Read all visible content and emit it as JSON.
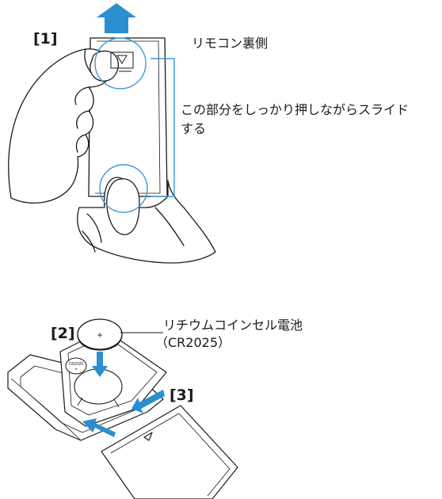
{
  "steps": {
    "step1": "[1]",
    "step2": "[2]",
    "step3": "[3]"
  },
  "labels": {
    "remote_back": "リモコン裏側",
    "press_slide_line1": "この部分をしっかり押しながらスライド",
    "press_slide_line2": "する",
    "battery_line1": "リチウムコインセル電池",
    "battery_line2": "（CR2025）"
  },
  "battery_marks": {
    "coin_sign": "+",
    "battery_model": "CR2025"
  },
  "colors": {
    "arrow": "#2a8fcf",
    "highlight": "#3d9ad6",
    "line": "#1a1a1a"
  }
}
